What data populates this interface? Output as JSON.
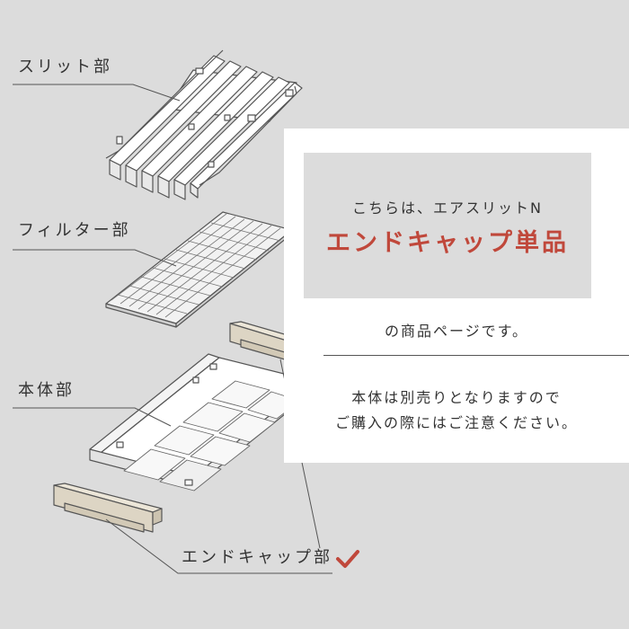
{
  "labels": {
    "slit": "スリット部",
    "filter": "フィルター部",
    "body": "本体部",
    "endcap": "エンドキャップ部"
  },
  "notice": {
    "line1": "こちらは、エアスリットN",
    "line2": "エンドキャップ単品",
    "line3": "の商品ページです。",
    "line4": "本体は別売りとなりますので",
    "line5": "ご購入の際にはご注意ください。"
  },
  "colors": {
    "background": "#dcdcdc",
    "accent": "#c0483b",
    "endcap_fill": "#ddd5c4",
    "part_fill": "#ffffff",
    "stroke": "#555555"
  },
  "icons": {
    "check": "check-icon"
  }
}
